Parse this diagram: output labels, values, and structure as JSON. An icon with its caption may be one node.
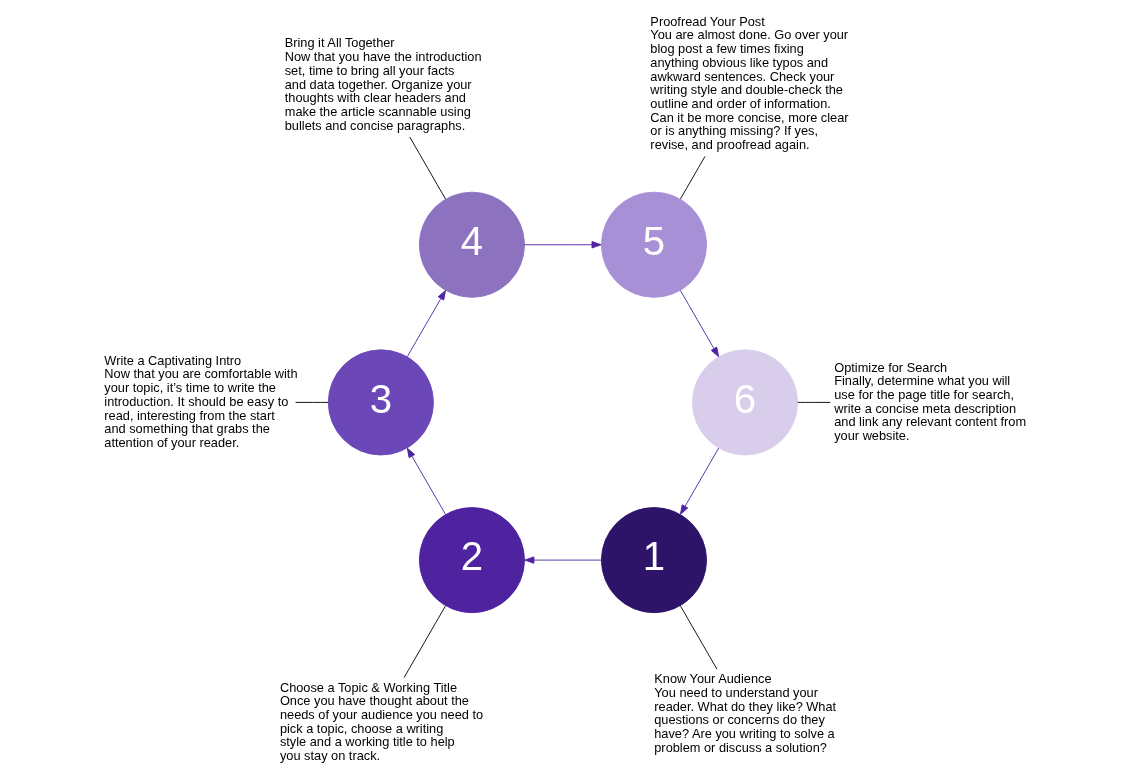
{
  "diagram": {
    "nodes": [
      {
        "text": [
          "1"
        ]
      },
      {
        "text": [
          "2"
        ]
      },
      {
        "text": [
          "3"
        ]
      },
      {
        "text": [
          "4"
        ]
      },
      {
        "text": [
          "5"
        ]
      },
      {
        "text": [
          "6"
        ]
      },
      {
        "text": [
          "Know Your Audience",
          "You need to understand your reader. What do they like? What questions or concerns do they have? Are you writing to solve a problem or discuss a solution?"
        ]
      },
      {
        "text": [
          "Choose a Topic & Working Title",
          "Once you have thought about the needs of your audience you need to pick a topic, choose a writing style and a working title to help you stay on track."
        ]
      },
      {
        "text": [
          "Write a Captivating Intro",
          "Now that you are comfortable with your topic, it’s time to write the introduction. It should be easy to read, interesting from the start and something that grabs the attention of your reader."
        ]
      },
      {
        "text": [
          "Bring it All Together",
          "Now that you have the introduction set, time to bring all your facts and data together. Organize your thoughts with clear headers and make the article scannable using bullets and concise paragraphs."
        ]
      },
      {
        "text": [
          "Proofread Your Post",
          "You are almost done. Go over your blog post a few times fixing anything obvious like typos and awkward sentences. Check your writing style and double-check the outline and order of information. Can it be more concise, more clear or is anything missing? If yes, revise, and proofread again."
        ]
      },
      {
        "text": [
          "Optimize for Search",
          "Finally, determine what you will use for the page title for search, write a concise meta description and link any relevant content from your website."
        ]
      }
    ],
    "edges": [
      {
        "from": 0,
        "to": 1,
        "arrow": "to"
      },
      {
        "from": 1,
        "to": 2,
        "arrow": "to"
      },
      {
        "from": 2,
        "to": 3,
        "arrow": "to"
      },
      {
        "from": 3,
        "to": 4,
        "arrow": "to"
      },
      {
        "from": 4,
        "to": 5,
        "arrow": "to"
      },
      {
        "from": 5,
        "to": 0,
        "arrow": "to"
      },
      {
        "from": 6,
        "to": 0,
        "arrow": "none",
        "color": "#000000"
      },
      {
        "from": 7,
        "to": 1,
        "arrow": "none",
        "color": "#000000"
      },
      {
        "from": 8,
        "to": 2,
        "arrow": "none",
        "color": "#000000"
      },
      {
        "from": 9,
        "to": 3,
        "arrow": "none",
        "color": "#000000"
      },
      {
        "from": 10,
        "to": 4,
        "arrow": "none",
        "color": "#000000"
      },
      {
        "from": 11,
        "to": 5,
        "arrow": "none",
        "color": "#000000"
      }
    ]
  }
}
